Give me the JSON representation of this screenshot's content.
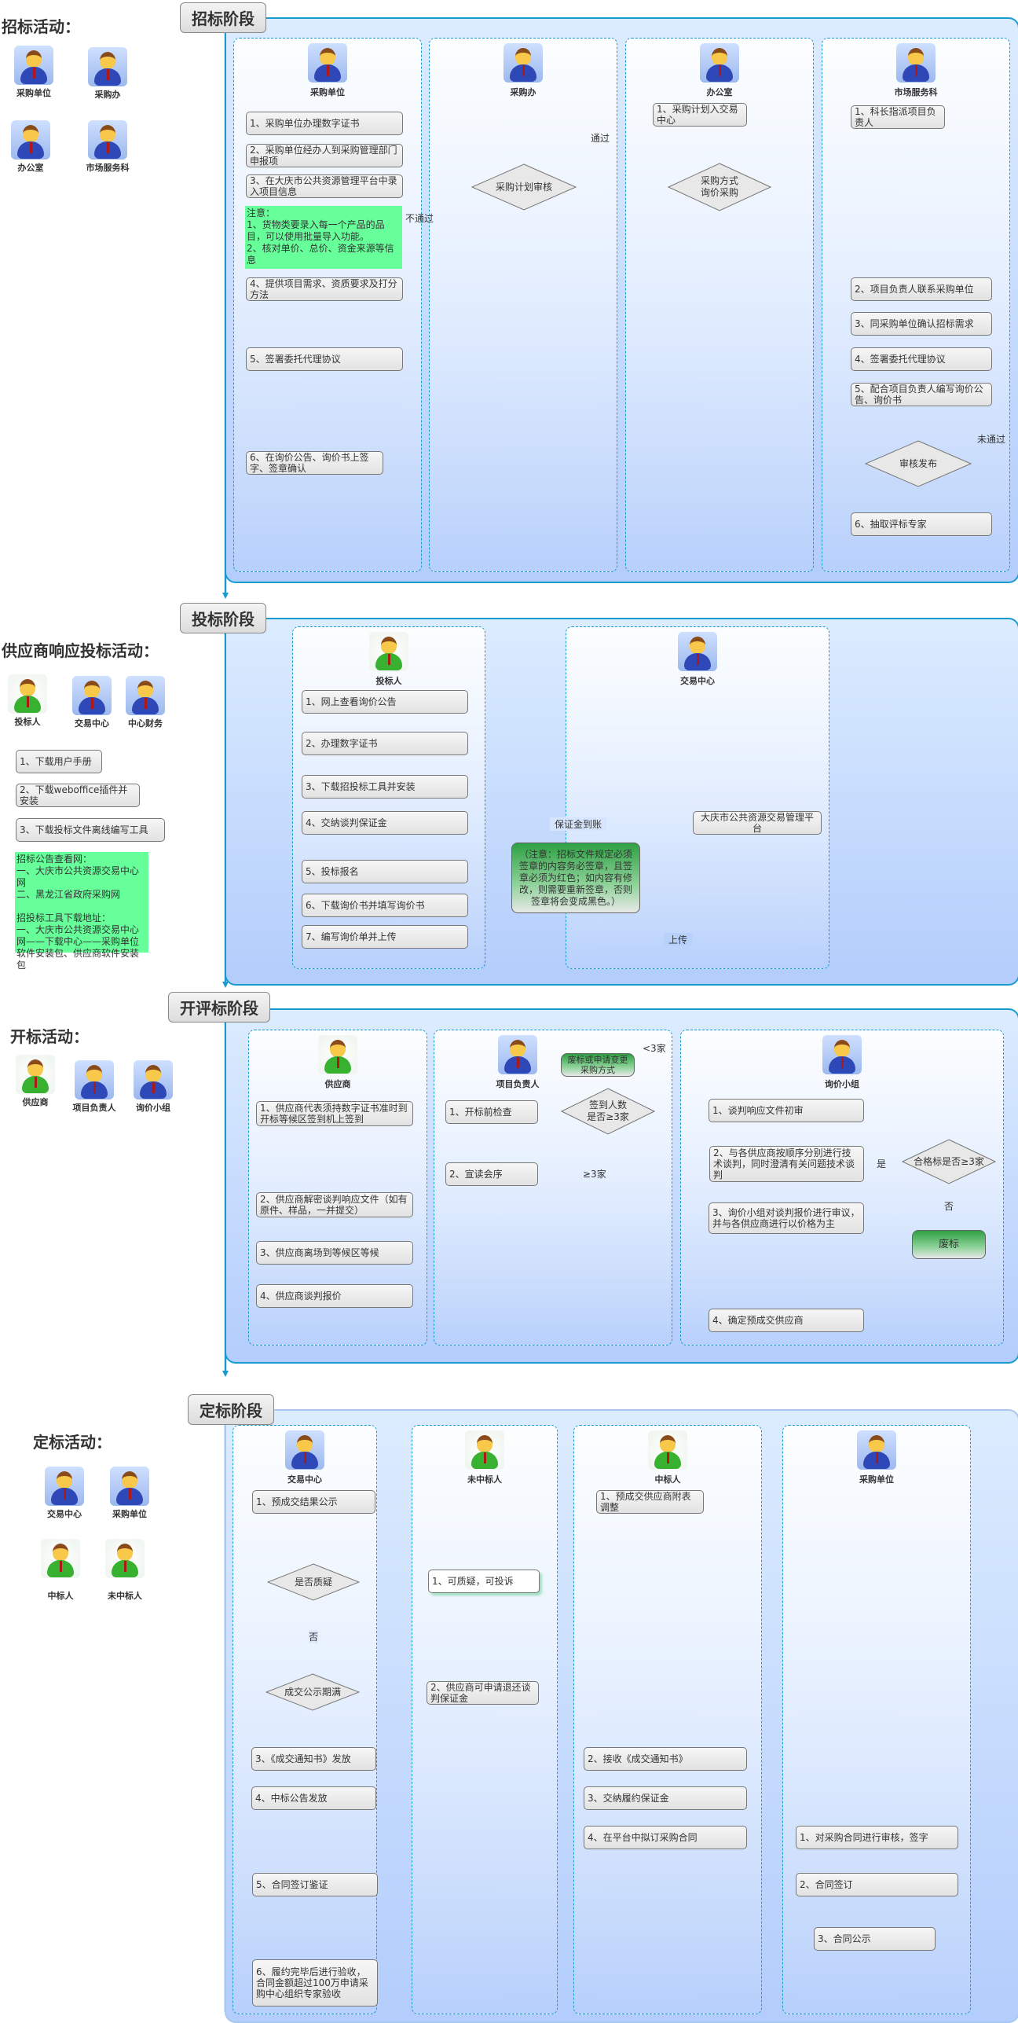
{
  "stages": {
    "s1": {
      "label": "招标阶段",
      "side_title": "招标活动：",
      "side_actors": [
        "采购单位",
        "采购办",
        "办公室",
        "市场服务科"
      ],
      "lanes": [
        "采购单位",
        "采购办",
        "办公室",
        "市场服务科"
      ],
      "steps": {
        "a1": "1、采购单位办理数字证书",
        "a2": "2、采购单位经办人到采购管理部门申报项",
        "a3": "3、在大庆市公共资源管理平台中录入项目信息",
        "note": "注意：\n1、货物类要录入每一个产品的品目，可以使用批量导入功能。\n2、核对单价、总价、资金来源等信息",
        "a4": "4、提供项目需求、资质要求及打分方法",
        "a5": "5、签署委托代理协议",
        "a6": "6、在询价公告、询价书上签字、签章确认",
        "d_review": "采购计划审核",
        "pass": "通过",
        "fail": "不通过",
        "o1": "1、采购计划入交易中心",
        "d_method": "采购方式\n询价采购",
        "m1": "1、科长指派项目负责人",
        "m2": "2、项目负责人联系采购单位",
        "m3": "3、同采购单位确认招标需求",
        "m4": "4、签署委托代理协议",
        "m5": "5、配合项目负责人编写询价公告、询价书",
        "d_publish": "审核发布",
        "not_pass": "未通过",
        "m6": "6、抽取评标专家"
      }
    },
    "s2": {
      "label": "投标阶段",
      "side_title": "供应商响应投标活动：",
      "side_actors": [
        "投标人",
        "交易中心",
        "中心财务"
      ],
      "side_steps": [
        "1、下载用户手册",
        "2、下载weboffice插件并安装",
        "3、下载投标文件离线编写工具"
      ],
      "side_note": "招标公告查看网：\n一、大庆市公共资源交易中心网\n二、黑龙江省政府采购网\n\n招投标工具下载地址：\n一、大庆市公共资源交易中心网——下载中心——采购单位软件安装包、供应商软件安装包",
      "lanes": [
        "投标人",
        "交易中心"
      ],
      "steps": [
        "1、网上查看询价公告",
        "2、办理数字证书",
        "3、下载招投标工具并安装",
        "4、交纳谈判保证金",
        "5、投标报名",
        "6、下载询价书并填写询价书",
        "7、编写询价单并上传"
      ],
      "platform": "大庆市公共资源交易管理平台",
      "deposit_label": "保证金到账",
      "upload_label": "上传",
      "green_note": "（注意：招标文件规定必须签章的内容务必签章，且签章必须为红色；如内容有修改，则需要重新签章，否则签章将会变成黑色。）"
    },
    "s3": {
      "label": "开评标阶段",
      "side_title": "开标活动：",
      "side_actors": [
        "供应商",
        "项目负责人",
        "询价小组"
      ],
      "lanes": [
        "供应商",
        "项目负责人",
        "询价小组"
      ],
      "supplier_steps": [
        "1、供应商代表须持数字证书准时到开标等候区签到机上签到",
        "2、供应商解密谈判响应文件（如有原件、样品，一并提交）",
        "3、供应商离场到等候区等候",
        "4、供应商谈判报价"
      ],
      "pm_steps": [
        "1、开标前检查",
        "2、宣读会序"
      ],
      "d_signin": "签到人数\n是否≥3家",
      "lt3": "<3家",
      "ge3": "≥3家",
      "abolish_or_change": "废标或申请变更采购方式",
      "panel_steps": [
        "1、谈判响应文件初审",
        "2、与各供应商按顺序分别进行技术谈判，同时澄清有关问题技术谈判",
        "3、询价小组对谈判报价进行审议，并与各供应商进行以价格为主",
        "4、确定预成交供应商"
      ],
      "d_qualified": "合格标是否≥3家",
      "yes": "是",
      "no": "否",
      "abolish": "废标"
    },
    "s4": {
      "label": "定标阶段",
      "side_title": "定标活动：",
      "side_actors": [
        "交易中心",
        "采购单位",
        "中标人",
        "未中标人"
      ],
      "lanes": [
        "交易中心",
        "未中标人",
        "中标人",
        "采购单位"
      ],
      "center_steps": [
        "1、预成交结果公示",
        "3、《成交通知书》发放",
        "4、中标公告发放",
        "5、合同签订鉴证",
        "6、履约完毕后进行验收，合同金额超过100万申请采购中心组织专家验收"
      ],
      "d_question": "是否质疑",
      "no": "否",
      "d_expire": "成交公示期满",
      "loser_steps": [
        "1、可质疑，可投诉",
        "2、供应商可申请退还谈判保证金"
      ],
      "winner_steps": [
        "1、预成交供应商附表调整",
        "2、接收《成交通知书》",
        "3、交纳履约保证金",
        "4、在平台中拟订采购合同"
      ],
      "buyer_steps": [
        "1、对采购合同进行审核，签字",
        "2、合同签订",
        "3、合同公示"
      ]
    }
  },
  "colors": {
    "flow": "#1a9bd0",
    "note_green": "#66ff99",
    "box_gray": "#e6e6e6"
  }
}
